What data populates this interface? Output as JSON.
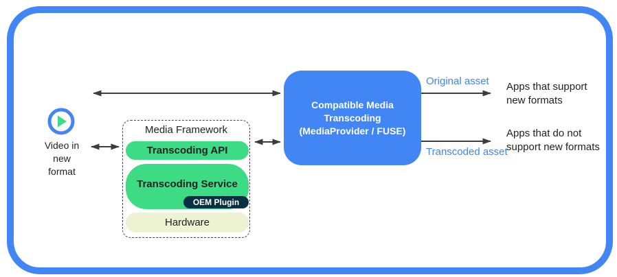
{
  "colors": {
    "blue": "#4285f4",
    "green": "#3ddc84",
    "navy": "#073042",
    "cream": "#edf2d2",
    "arrow": "#3a3d41",
    "text": "#202124"
  },
  "source": {
    "icon": "play-icon",
    "label": "Video in\nnew\nformat"
  },
  "media_framework": {
    "title": "Media Framework",
    "api_label": "Transcoding API",
    "service_label": "Transcoding Service",
    "oem_label": "OEM Plugin",
    "hardware_label": "Hardware"
  },
  "transcoding_box": {
    "label": "Compatible Media\nTranscoding\n(MediaProvider / FUSE)"
  },
  "outputs": {
    "original": {
      "label": "Original asset",
      "target": "Apps that support\nnew formats"
    },
    "transcoded": {
      "label": "Transcoded asset",
      "target": "Apps that do not\nsupport new formats"
    }
  }
}
